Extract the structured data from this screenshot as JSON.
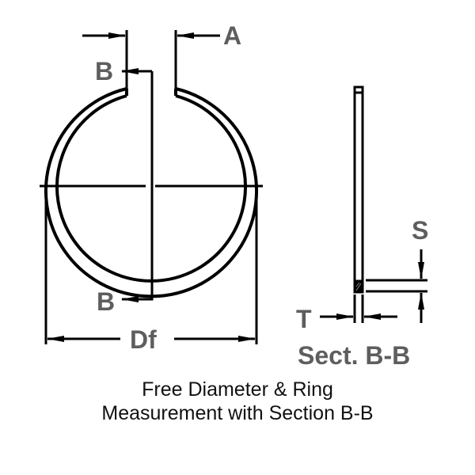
{
  "diagram": {
    "labels": {
      "a": "A",
      "b_top": "B",
      "b_bottom": "B",
      "df": "Df",
      "s": "S",
      "t": "T",
      "section": "Sect. B-B"
    },
    "caption": {
      "line1": "Free Diameter & Ring",
      "line2": "Measurement with Section B-B"
    },
    "colors": {
      "line": "#000000",
      "label": "#5e5e5e",
      "caption": "#111111",
      "background": "#ffffff"
    }
  }
}
